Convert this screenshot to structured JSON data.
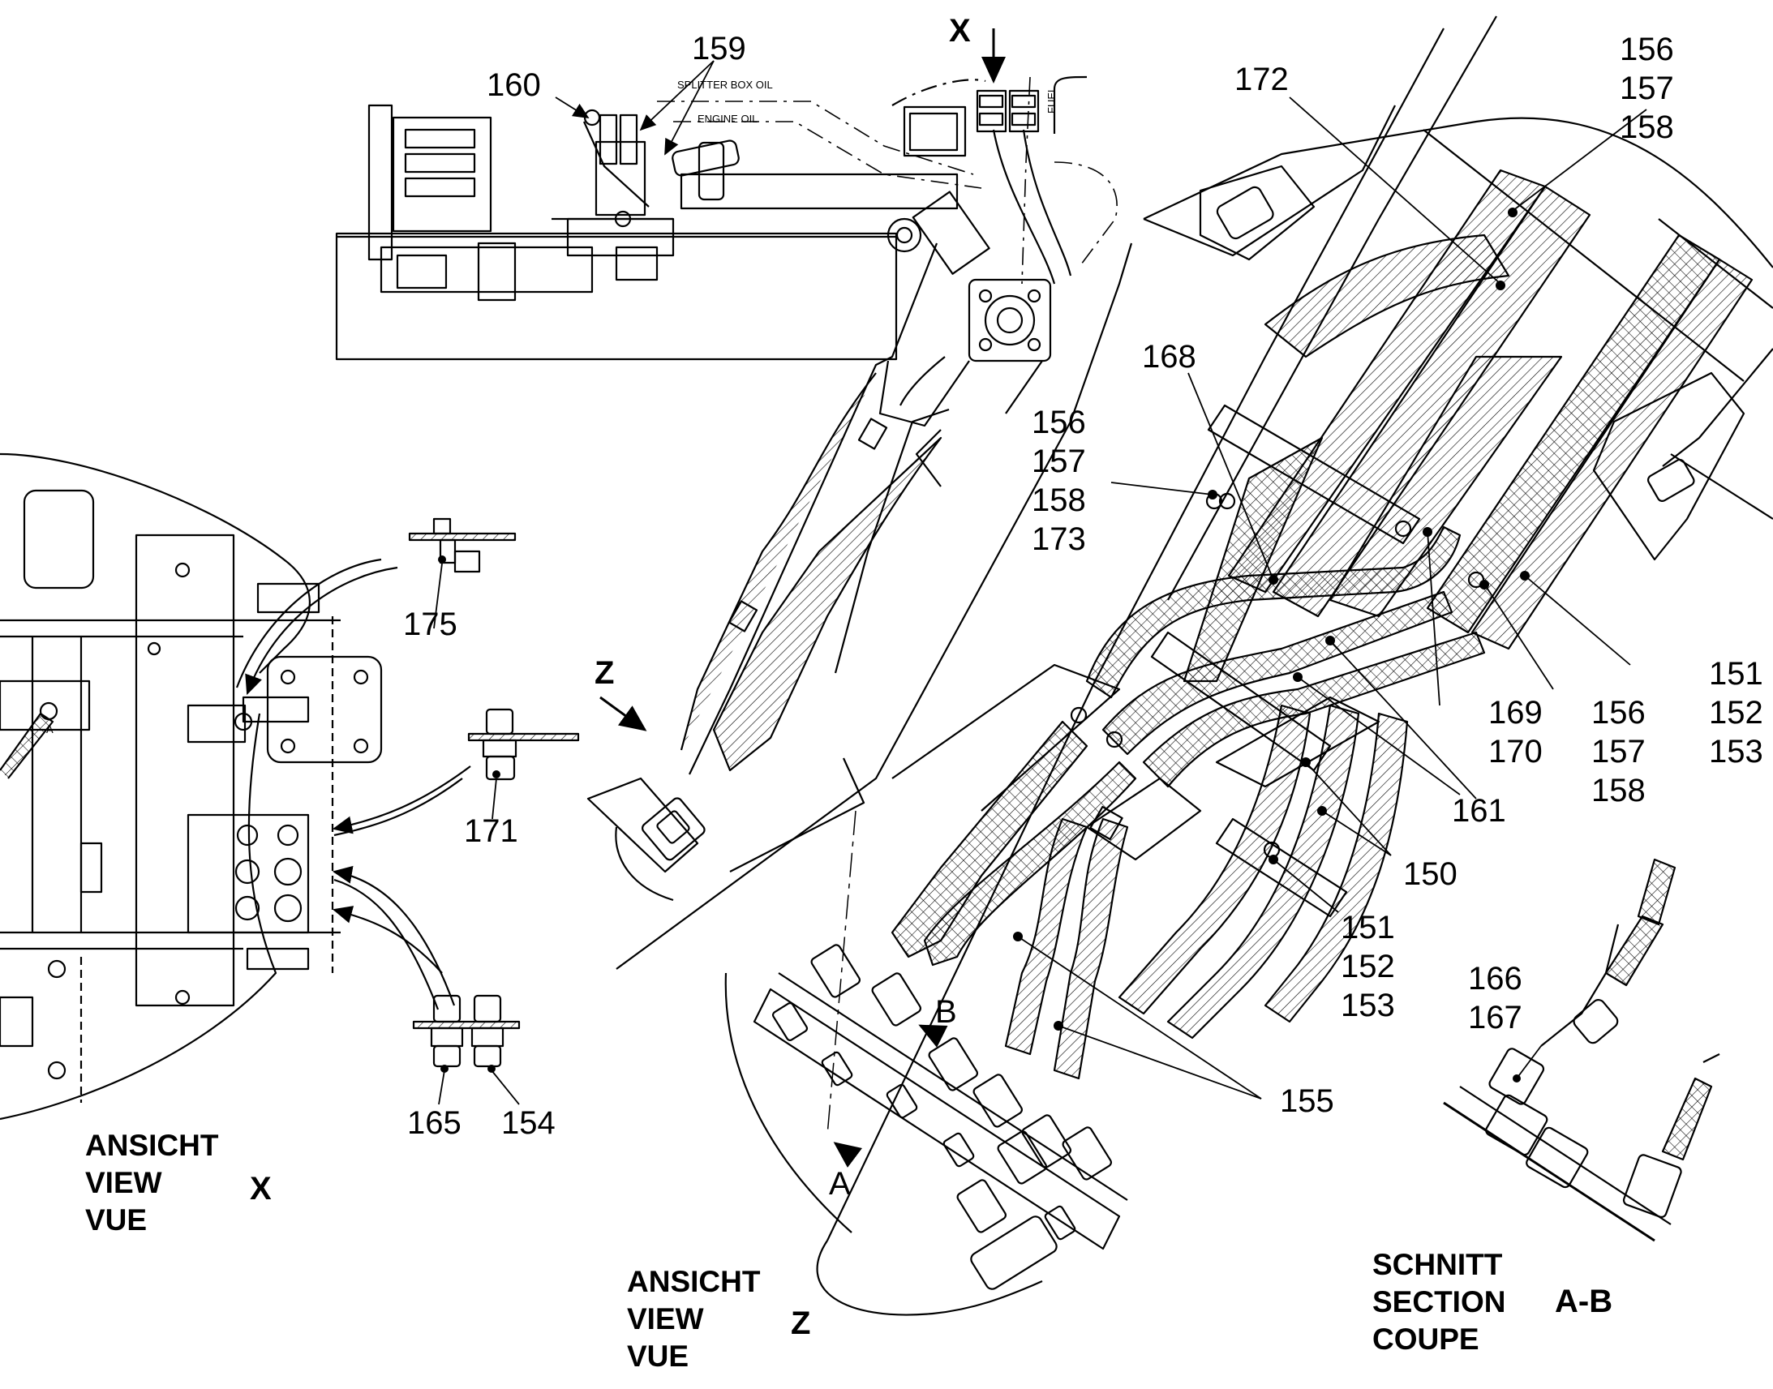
{
  "views": {
    "x": {
      "line1": "ANSICHT",
      "line2": "VIEW",
      "line3": "VUE",
      "letter": "X"
    },
    "z": {
      "line1": "ANSICHT",
      "line2": "VIEW",
      "line3": "VUE",
      "letter": "Z"
    },
    "section": {
      "line1": "SCHNITT",
      "line2": "SECTION",
      "line3": "COUPE",
      "letter": "A-B"
    }
  },
  "markers": {
    "x": "X",
    "z": "Z",
    "a": "A",
    "b": "B"
  },
  "small_text": {
    "splitter_box_oil": "SPLITTER BOX OIL",
    "engine_oil": "ENGINE OIL",
    "fuel": "FUEL",
    "a_mark": "A"
  },
  "parts": {
    "p159": "159",
    "p160": "160",
    "p172": "172",
    "top_right": [
      "156",
      "157",
      "158"
    ],
    "p168": "168",
    "left_group": [
      "156",
      "157",
      "158",
      "173"
    ],
    "p175": "175",
    "p171": "171",
    "p165": "165",
    "p154": "154",
    "g169": [
      "169",
      "170"
    ],
    "g156": [
      "156",
      "157",
      "158"
    ],
    "g151_right": [
      "151",
      "152",
      "153"
    ],
    "p161": "161",
    "p150": "150",
    "g151_mid": [
      "151",
      "152",
      "153"
    ],
    "p155": "155",
    "g166": [
      "166",
      "167"
    ]
  }
}
